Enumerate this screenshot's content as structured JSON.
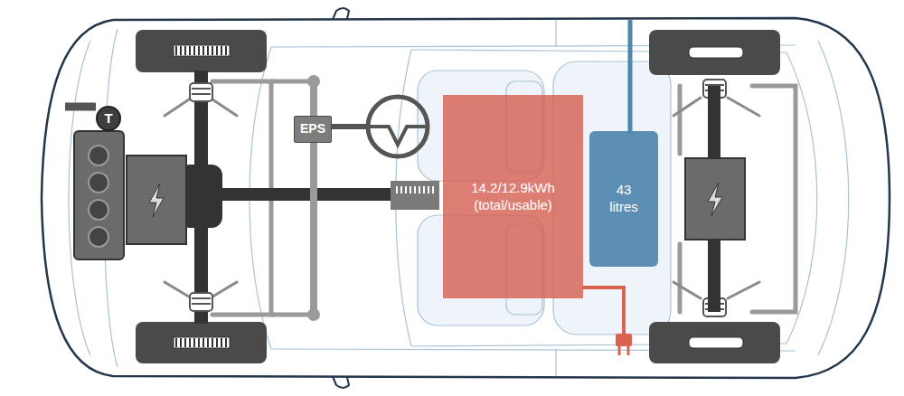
{
  "diagram": {
    "nodes": [
      {
        "text": [
          "T"
        ]
      },
      {
        "text": [
          "EPS"
        ]
      },
      {
        "text": [
          "14.2/12.9kWh (total/usable)"
        ]
      },
      {
        "text": [
          "43 litres"
        ]
      }
    ]
  }
}
